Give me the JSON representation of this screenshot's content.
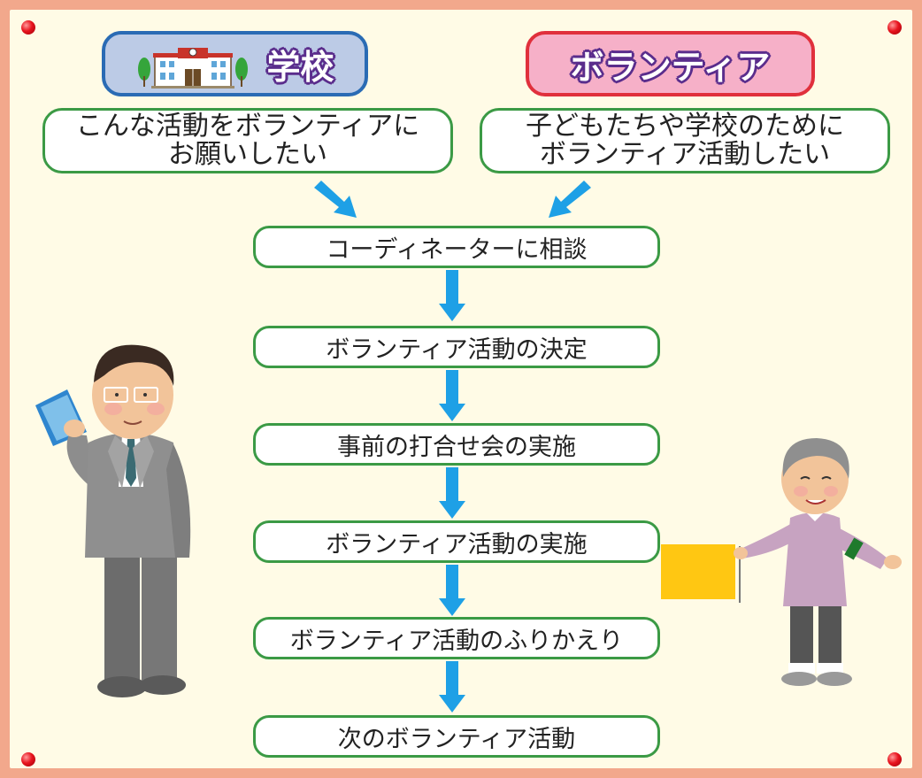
{
  "headers": {
    "school": "学校",
    "volunteer": "ボランティア"
  },
  "top_boxes": {
    "school": [
      "こんな活動をボランティアに",
      "お願いしたい"
    ],
    "volunteer": [
      "子どもたちや学校のために",
      "ボランティア活動したい"
    ]
  },
  "steps": [
    "コーディネーターに相談",
    "ボランティア活動の決定",
    "事前の打合せ会の実施",
    "ボランティア活動の実施",
    "ボランティア活動のふりかえり",
    "次のボランティア活動"
  ],
  "colors": {
    "frame": "#f2a88c",
    "board": "#fffbe6",
    "box_border": "#3b9a45",
    "arrow": "#1ea0e6",
    "school_header_fill": "#bccbe6",
    "school_header_border": "#2a6bb4",
    "volunteer_header_fill": "#f6b0c8",
    "volunteer_header_border": "#e0303c",
    "title_outline": "#5a2d8c"
  },
  "icons": [
    "school-building-icon",
    "teacher-illustration",
    "elderly-volunteer-illustration",
    "yellow-flag-icon",
    "red-pushpin-icon"
  ]
}
